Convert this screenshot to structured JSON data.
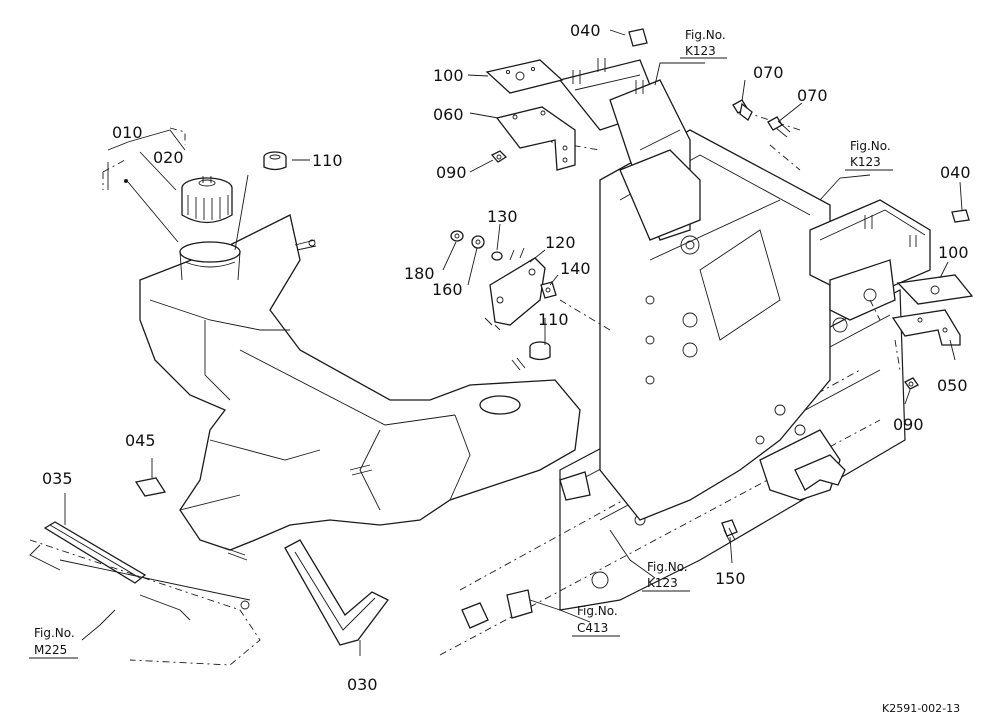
{
  "diagram": {
    "parts": [
      "010",
      "020",
      "110",
      "110",
      "035",
      "045",
      "030",
      "040",
      "100",
      "060",
      "090",
      "070",
      "070",
      "130",
      "120",
      "180",
      "160",
      "140",
      "040",
      "100",
      "050",
      "090",
      "150"
    ],
    "fig_refs": [
      {
        "line1": "Fig.No.",
        "line2": "K123"
      },
      {
        "line1": "Fig.No.",
        "line2": "K123"
      },
      {
        "line1": "Fig.No.",
        "line2": "K123"
      },
      {
        "line1": "Fig.No.",
        "line2": "C413"
      },
      {
        "line1": "Fig.No.",
        "line2": "M225"
      }
    ],
    "drawing_code": "K2591-002-13"
  }
}
